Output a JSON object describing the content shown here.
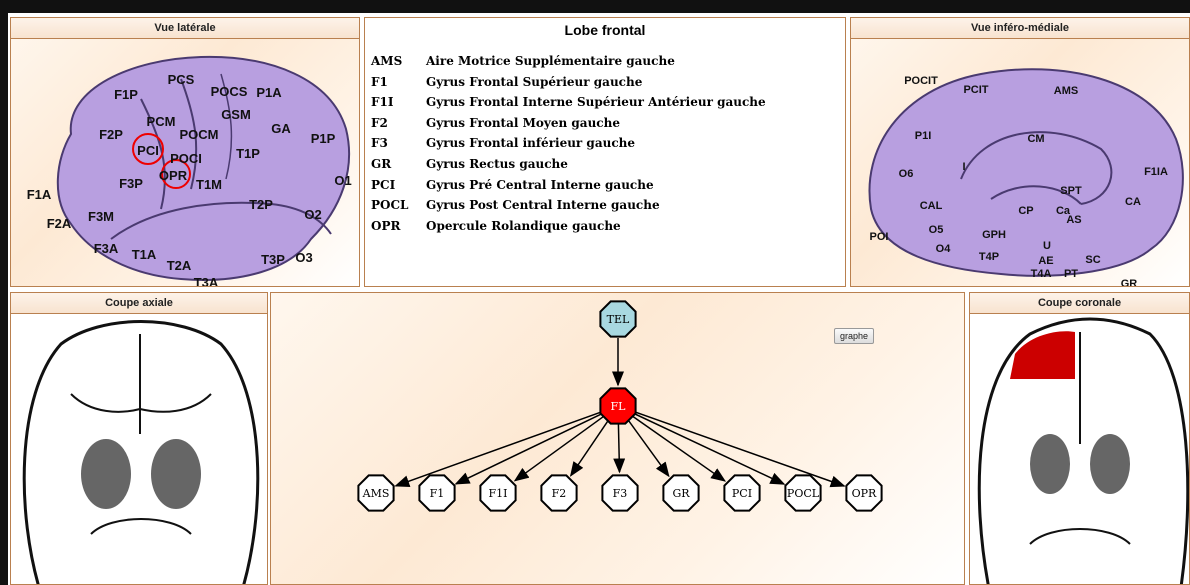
{
  "panels": {
    "lateral": "Vue latérale",
    "center_title": "Lobe frontal",
    "medial": "Vue inféro-médiale",
    "axial": "Coupe axiale",
    "coronal": "Coupe coronale"
  },
  "legend": [
    {
      "code": "AMS",
      "name": "Aire Motrice Supplémentaire gauche"
    },
    {
      "code": "F1",
      "name": "Gyrus Frontal Supérieur gauche"
    },
    {
      "code": "F1I",
      "name": "Gyrus Frontal Interne Supérieur Antérieur gauche"
    },
    {
      "code": "F2",
      "name": "Gyrus Frontal Moyen gauche"
    },
    {
      "code": "F3",
      "name": "Gyrus Frontal inférieur gauche"
    },
    {
      "code": "GR",
      "name": "Gyrus Rectus gauche"
    },
    {
      "code": "PCI",
      "name": "Gyrus Pré Central Interne gauche"
    },
    {
      "code": "POCL",
      "name": "Gyrus Post Central Interne gauche"
    },
    {
      "code": "OPR",
      "name": "Opercule Rolandique gauche"
    }
  ],
  "lateral_labels": [
    "PCS",
    "POCS",
    "P1A",
    "F1P",
    "PCM",
    "GSM",
    "GA",
    "P1P",
    "F2P",
    "POCM",
    "T1P",
    "POCI",
    "PCI",
    "O1",
    "F1A",
    "F3P",
    "OPR",
    "T1M",
    "F2A",
    "F3M",
    "T2P",
    "O2",
    "F3A",
    "T1A",
    "T2A",
    "T3P",
    "O3",
    "T3A"
  ],
  "medial_labels": [
    "POCIT",
    "PCIT",
    "AMS",
    "P1I",
    "CM",
    "I",
    "F1IA",
    "O6",
    "SPT",
    "CA",
    "CAL",
    "CP",
    "Ca",
    "AS",
    "O5",
    "GPH",
    "POI",
    "O4",
    "U",
    "T4P",
    "AE",
    "SC",
    "T4A",
    "PT",
    "GR"
  ],
  "graph": {
    "button_label": "graphe",
    "root": "TEL",
    "parent": "FL",
    "children": [
      "AMS",
      "F1",
      "F1I",
      "F2",
      "F3",
      "GR",
      "PCI",
      "POCL",
      "OPR"
    ],
    "root_color": "#a8d8e0",
    "parent_color": "#ff0000",
    "child_color": "#ffffff"
  }
}
